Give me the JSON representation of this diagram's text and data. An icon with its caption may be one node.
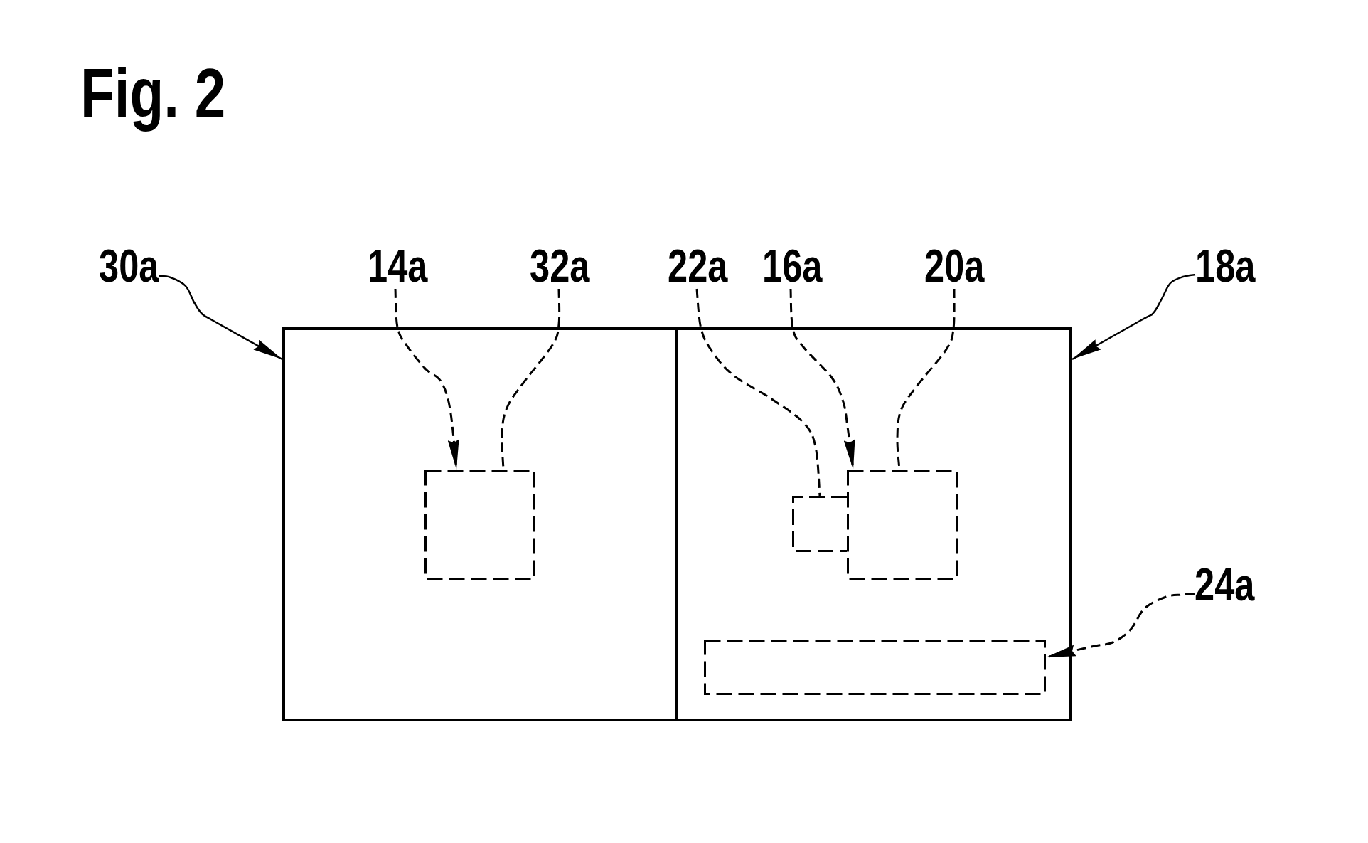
{
  "diagram": {
    "title": "Fig. 2",
    "nodes": [
      {
        "text": [
          "30a"
        ]
      },
      {
        "text": [
          "14a"
        ]
      },
      {
        "text": [
          "32a"
        ]
      },
      {
        "text": [
          "22a"
        ]
      },
      {
        "text": [
          "16a"
        ]
      },
      {
        "text": [
          "20a"
        ]
      },
      {
        "text": [
          "18a"
        ]
      },
      {
        "text": [],
        "shape": "box"
      },
      {
        "text": [],
        "shape": "box",
        "in": 7
      },
      {
        "text": [],
        "shape": "box"
      },
      {
        "text": [],
        "shape": "box",
        "in": 9
      },
      {
        "text": [],
        "shape": "box",
        "in": 9
      },
      {
        "text": [
          "24a"
        ]
      },
      {
        "text": [],
        "shape": "box",
        "in": 9
      }
    ],
    "edges": [
      {
        "from": 0,
        "to": 7,
        "arrow": "to"
      },
      {
        "from": 1,
        "to": 8,
        "arrow": "to",
        "style": "dashed"
      },
      {
        "from": 2,
        "to": 8,
        "arrow": "none",
        "style": "dashed"
      },
      {
        "from": 3,
        "to": 10,
        "arrow": "none",
        "style": "dashed"
      },
      {
        "from": 4,
        "to": 11,
        "arrow": "to",
        "style": "dashed"
      },
      {
        "from": 5,
        "to": 11,
        "arrow": "none",
        "style": "dashed"
      },
      {
        "from": 6,
        "to": 9,
        "arrow": "to"
      },
      {
        "from": 12,
        "to": 13,
        "arrow": "to",
        "style": "dashed"
      }
    ]
  }
}
